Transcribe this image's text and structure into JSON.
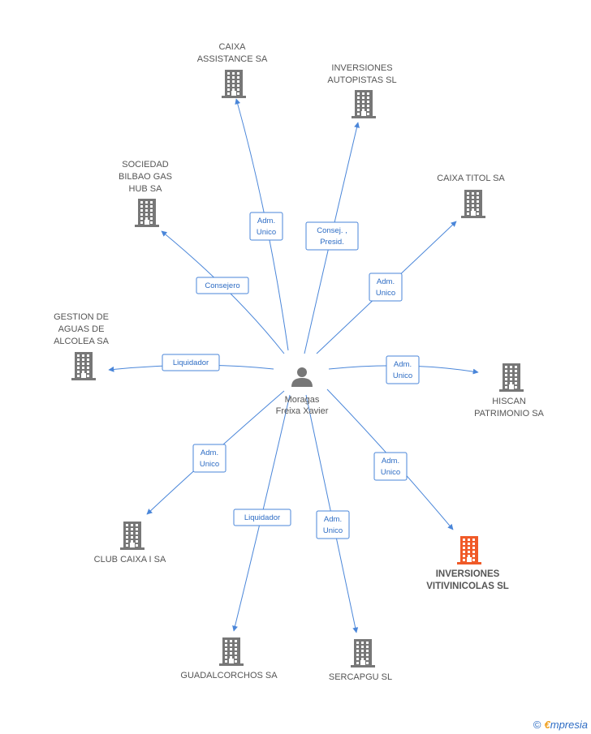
{
  "center": {
    "name_lines": [
      "Moragas",
      "Freixa Xavier"
    ],
    "icon": "person-icon"
  },
  "companies": [
    {
      "id": "caixa-assistance",
      "name_lines": [
        "CAIXA",
        "ASSISTANCE SA"
      ],
      "role_lines": [
        "Adm.",
        "Unico"
      ],
      "highlight": false
    },
    {
      "id": "inversiones-autopistas",
      "name_lines": [
        "INVERSIONES",
        "AUTOPISTAS SL"
      ],
      "role_lines": [
        "Consej. ,",
        "Presid."
      ],
      "highlight": false
    },
    {
      "id": "sociedad-bilbao-gas",
      "name_lines": [
        "SOCIEDAD",
        "BILBAO GAS",
        "HUB SA"
      ],
      "role_lines": [
        "Consejero"
      ],
      "highlight": false
    },
    {
      "id": "caixa-titol",
      "name_lines": [
        "CAIXA TITOL SA"
      ],
      "role_lines": [
        "Adm.",
        "Unico"
      ],
      "highlight": false
    },
    {
      "id": "gestion-aguas",
      "name_lines": [
        "GESTION DE",
        "AGUAS DE",
        "ALCOLEA SA"
      ],
      "role_lines": [
        "Liquidador"
      ],
      "highlight": false
    },
    {
      "id": "hiscan",
      "name_lines": [
        "HISCAN",
        "PATRIMONIO SA"
      ],
      "role_lines": [
        "Adm.",
        "Unico"
      ],
      "highlight": false
    },
    {
      "id": "club-caixa",
      "name_lines": [
        "CLUB CAIXA I SA"
      ],
      "role_lines": [
        "Adm.",
        "Unico"
      ],
      "highlight": false
    },
    {
      "id": "inversiones-vitivinicolas",
      "name_lines": [
        "INVERSIONES",
        "VITIVINICOLAS SL"
      ],
      "role_lines": [
        "Adm.",
        "Unico"
      ],
      "highlight": true
    },
    {
      "id": "guadalcorchos",
      "name_lines": [
        "GUADALCORCHOS SA"
      ],
      "role_lines": [
        "Liquidador"
      ],
      "highlight": false
    },
    {
      "id": "sercapgu",
      "name_lines": [
        "SERCAPGU SL"
      ],
      "role_lines": [
        "Adm.",
        "Unico"
      ],
      "highlight": false
    }
  ],
  "colors": {
    "edge": "#4a86d9",
    "building": "#777777",
    "building_highlight": "#f05a28",
    "person": "#777777"
  },
  "footer": {
    "copyright_symbol": "©",
    "brand_initial": "€",
    "brand_rest": "mpresia"
  }
}
